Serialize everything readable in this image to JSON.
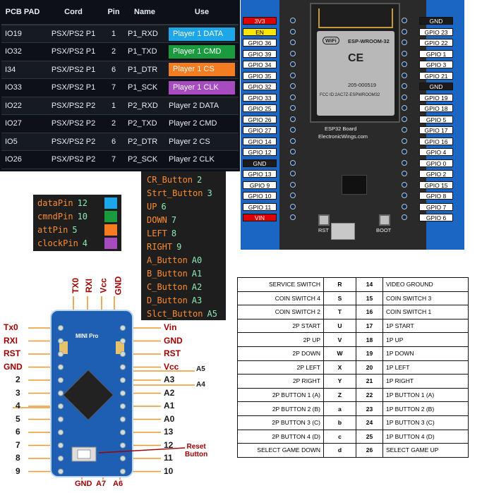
{
  "pcb_table": {
    "headers": [
      "PCB PAD",
      "Cord",
      "Pin",
      "Name",
      "Use"
    ],
    "rows": [
      {
        "pad": "IO19",
        "cord": "PSX/PS2 P1",
        "pin": "1",
        "name": "P1_RXD",
        "use": "Player 1 DATA",
        "use_color": "#1ea7e8"
      },
      {
        "pad": "IO32",
        "cord": "PSX/PS2 P1",
        "pin": "2",
        "name": "P1_TXD",
        "use": "Player 1 CMD",
        "use_color": "#1a9c3e"
      },
      {
        "pad": "I34",
        "cord": "PSX/PS2 P1",
        "pin": "6",
        "name": "P1_DTR",
        "use": "Player 1 CS",
        "use_color": "#f57c20"
      },
      {
        "pad": "IO33",
        "cord": "PSX/PS2 P1",
        "pin": "7",
        "name": "P1_SCK",
        "use": "Player 1 CLK",
        "use_color": "#a64cc0"
      },
      {
        "pad": "IO22",
        "cord": "PSX/PS2 P2",
        "pin": "1",
        "name": "P2_RXD",
        "use": "Player 2 DATA",
        "use_color": ""
      },
      {
        "pad": "IO27",
        "cord": "PSX/PS2 P2",
        "pin": "2",
        "name": "P2_TXD",
        "use": "Player 2 CMD",
        "use_color": ""
      },
      {
        "pad": "IO5",
        "cord": "PSX/PS2 P2",
        "pin": "6",
        "name": "P2_DTR",
        "use": "Player 2 CS",
        "use_color": ""
      },
      {
        "pad": "IO26",
        "cord": "PSX/PS2 P2",
        "pin": "7",
        "name": "P2_SCK",
        "use": "Player 2 CLK",
        "use_color": ""
      }
    ]
  },
  "esp32": {
    "left_pins": [
      {
        "label": "3V3",
        "style": "red"
      },
      {
        "label": "EN",
        "style": "yellow"
      },
      {
        "label": "GPIO 36",
        "style": "white"
      },
      {
        "label": "GPIO 39",
        "style": "white"
      },
      {
        "label": "GPIO 34",
        "style": "white"
      },
      {
        "label": "GPIO 35",
        "style": "white"
      },
      {
        "label": "GPIO 32",
        "style": "white"
      },
      {
        "label": "GPIO 33",
        "style": "white"
      },
      {
        "label": "GPIO 25",
        "style": "white"
      },
      {
        "label": "GPIO 26",
        "style": "white"
      },
      {
        "label": "GPIO 27",
        "style": "white"
      },
      {
        "label": "GPIO 14",
        "style": "white"
      },
      {
        "label": "GPIO 12",
        "style": "white"
      },
      {
        "label": "GND",
        "style": "dark"
      },
      {
        "label": "GPIO 13",
        "style": "white"
      },
      {
        "label": "GPIO 9",
        "style": "white"
      },
      {
        "label": "GPIO 10",
        "style": "white"
      },
      {
        "label": "GPIO 11",
        "style": "white"
      },
      {
        "label": "VIN",
        "style": "red"
      }
    ],
    "right_pins": [
      {
        "label": "GND",
        "style": "dark"
      },
      {
        "label": "GPIO 23",
        "style": "white"
      },
      {
        "label": "GPIO 22",
        "style": "white"
      },
      {
        "label": "GPIO 1",
        "style": "white"
      },
      {
        "label": "GPIO 3",
        "style": "white"
      },
      {
        "label": "GPIO 21",
        "style": "white"
      },
      {
        "label": "GND",
        "style": "dark"
      },
      {
        "label": "GPIO 19",
        "style": "white"
      },
      {
        "label": "GPIO 18",
        "style": "white"
      },
      {
        "label": "GPIO 5",
        "style": "white"
      },
      {
        "label": "GPIO 17",
        "style": "white"
      },
      {
        "label": "GPIO 16",
        "style": "white"
      },
      {
        "label": "GPIO 4",
        "style": "white"
      },
      {
        "label": "GPIO 0",
        "style": "white"
      },
      {
        "label": "GPIO 2",
        "style": "white"
      },
      {
        "label": "GPIO 15",
        "style": "white"
      },
      {
        "label": "GPIO 8",
        "style": "white"
      },
      {
        "label": "GPIO 7",
        "style": "white"
      },
      {
        "label": "GPIO 6",
        "style": "white"
      }
    ],
    "module_name": "ESP-WROOM-32",
    "fcc": "FCC ID:2AC7Z-ESPWROOM32",
    "code": "205-000519",
    "wifi": "WiFi",
    "ce": "CE",
    "board_name": "ESP32 Board",
    "board_site": "ElectronicWings.com",
    "rst_label": "RST",
    "boot_label": "BOOT"
  },
  "pin_constants": [
    {
      "name": "dataPin",
      "value": "12",
      "color": "#1ea7e8"
    },
    {
      "name": "cmndPin",
      "value": "10",
      "color": "#1a9c3e"
    },
    {
      "name": "attPin",
      "value": "5",
      "color": "#f57c20"
    },
    {
      "name": "clockPin",
      "value": "4",
      "color": "#a64cc0"
    }
  ],
  "button_pins": [
    {
      "name": "CR_Button",
      "value": "2"
    },
    {
      "name": "Strt_Button",
      "value": "3"
    },
    {
      "name": "UP",
      "value": "6"
    },
    {
      "name": "DOWN",
      "value": "7"
    },
    {
      "name": "LEFT",
      "value": "8"
    },
    {
      "name": "RIGHT",
      "value": "9"
    },
    {
      "name": "A_Button",
      "value": "A0"
    },
    {
      "name": "B_Button",
      "value": "A1"
    },
    {
      "name": "C_Button",
      "value": "A2"
    },
    {
      "name": "D_Button",
      "value": "A3"
    },
    {
      "name": "Slct_Button",
      "value": "A5"
    }
  ],
  "arduino": {
    "top_labels": [
      "TX0",
      "RXI",
      "Vcc",
      "GND"
    ],
    "left_labels": [
      "Tx0",
      "RXI",
      "RST",
      "GND",
      "2",
      "3",
      "4",
      "5",
      "6",
      "7",
      "8",
      "9"
    ],
    "right_labels": [
      "Vin",
      "GND",
      "RST",
      "Vcc",
      "A3",
      "A2",
      "A1",
      "A0",
      "13",
      "12",
      "11",
      "10"
    ],
    "side_a5": "A5",
    "side_a4": "A4",
    "bottom_labels": [
      "GND",
      "A7",
      "A6"
    ],
    "reset_label": "Reset\nButton",
    "board_text": "MINI Pro"
  },
  "connector_table": [
    {
      "left": "SERVICE SWITCH",
      "pin": "R",
      "num": "14",
      "right": "VIDEO GROUND"
    },
    {
      "left": "COIN SWITCH 4",
      "pin": "S",
      "num": "15",
      "right": "COIN SWITCH 3"
    },
    {
      "left": "COIN SWITCH 2",
      "pin": "T",
      "num": "16",
      "right": "COIN SWITCH 1"
    },
    {
      "left": "2P START",
      "pin": "U",
      "num": "17",
      "right": "1P START"
    },
    {
      "left": "2P UP",
      "pin": "V",
      "num": "18",
      "right": "1P UP"
    },
    {
      "left": "2P DOWN",
      "pin": "W",
      "num": "19",
      "right": "1P DOWN"
    },
    {
      "left": "2P LEFT",
      "pin": "X",
      "num": "20",
      "right": "1P LEFT"
    },
    {
      "left": "2P RIGHT",
      "pin": "Y",
      "num": "21",
      "right": "1P RIGHT"
    },
    {
      "left": "2P BUTTON 1 (A)",
      "pin": "Z",
      "num": "22",
      "right": "1P BUTTON 1 (A)"
    },
    {
      "left": "2P BUTTON 2 (B)",
      "pin": "a",
      "num": "23",
      "right": "1P BUTTON 2 (B)"
    },
    {
      "left": "2P BUTTON 3 (C)",
      "pin": "b",
      "num": "24",
      "right": "1P BUTTON 3 (C)"
    },
    {
      "left": "2P BUTTON 4 (D)",
      "pin": "c",
      "num": "25",
      "right": "1P BUTTON 4 (D)"
    },
    {
      "left": "SELECT GAME DOWN",
      "pin": "d",
      "num": "26",
      "right": "SELECT GAME UP"
    }
  ]
}
